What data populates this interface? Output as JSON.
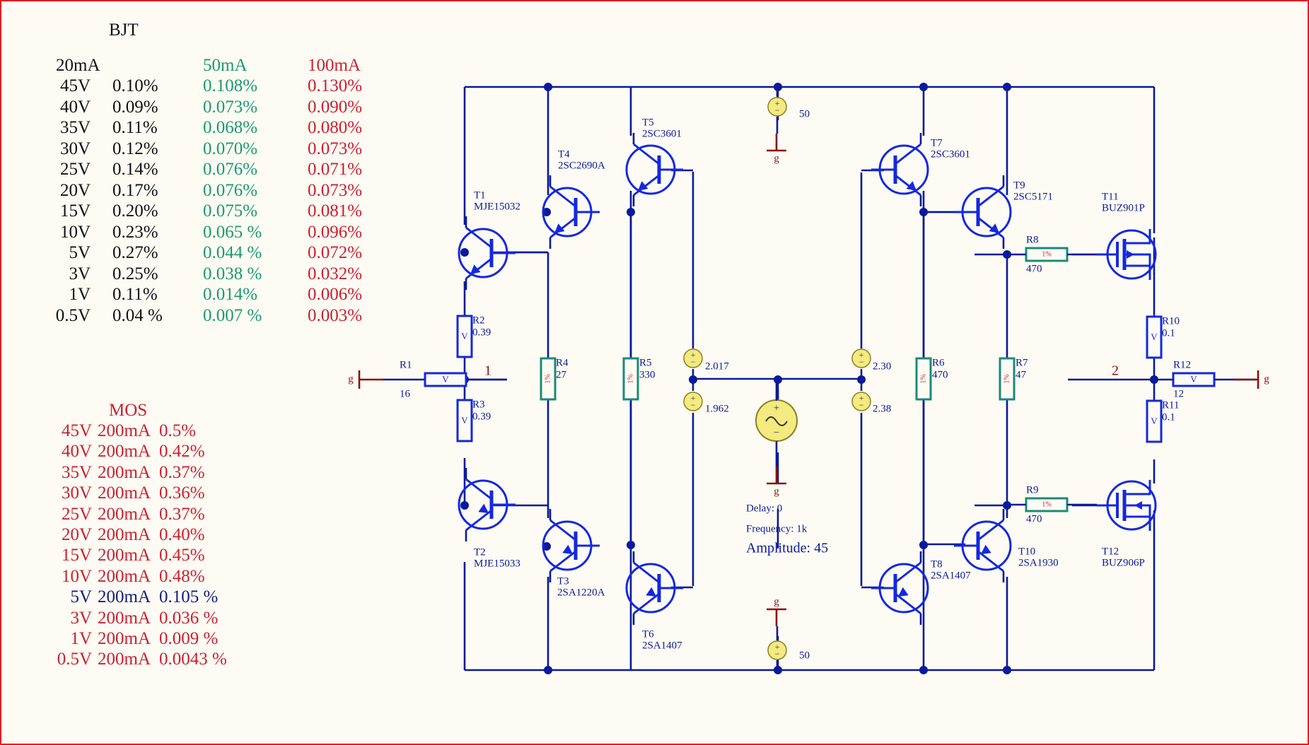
{
  "bjt_table": {
    "title": "BJT",
    "header": [
      "20mA",
      "50mA",
      "100mA"
    ],
    "rows": [
      [
        "45V",
        "0.10%",
        "0.108%",
        "0.130%"
      ],
      [
        "40V",
        "0.09%",
        "0.073%",
        "0.090%"
      ],
      [
        "35V",
        "0.11%",
        "0.068%",
        "0.080%"
      ],
      [
        "30V",
        "0.12%",
        "0.070%",
        "0.073%"
      ],
      [
        "25V",
        "0.14%",
        "0.076%",
        "0.071%"
      ],
      [
        "20V",
        "0.17%",
        "0.076%",
        "0.073%"
      ],
      [
        "15V",
        "0.20%",
        "0.075%",
        "0.081%"
      ],
      [
        "10V",
        "0.23%",
        "0.065 %",
        "0.096%"
      ],
      [
        "5V",
        "0.27%",
        "0.044 %",
        "0.072%"
      ],
      [
        "3V",
        "0.25%",
        "0.038 %",
        "0.032%"
      ],
      [
        "1V",
        "0.11%",
        "0.014%",
        "0.006%"
      ],
      [
        "0.5V",
        "0.04 %",
        "0.007 %",
        "0.003%"
      ]
    ]
  },
  "mos_table": {
    "title": "MOS",
    "rows": [
      [
        "45V",
        "200mA",
        "0.5%"
      ],
      [
        "40V",
        "200mA",
        "0.42%"
      ],
      [
        "35V",
        "200mA",
        "0.37%"
      ],
      [
        "30V",
        "200mA",
        "0.36%"
      ],
      [
        "25V",
        "200mA",
        "0.37%"
      ],
      [
        "20V",
        "200mA",
        "0.40%"
      ],
      [
        "15V",
        "200mA",
        "0.45%"
      ],
      [
        "10V",
        "200mA",
        "0.48%"
      ],
      [
        "5V",
        "200mA",
        "0.105 %"
      ],
      [
        "3V",
        "200mA",
        "0.036 %"
      ],
      [
        "1V",
        "200mA",
        "0.009 %"
      ],
      [
        "0.5V",
        "200mA",
        "0.0043 %"
      ]
    ]
  },
  "colors": {
    "wire": "#0a1a9a",
    "device": "#1428e0",
    "teal": "#1a8a78",
    "ground": "#8a1010",
    "source_fill": "#f3ea80",
    "frame": "#e02020",
    "black": "#111111",
    "green": "#1a9a70",
    "red": "#cc2030",
    "navy": "#142080"
  },
  "transistors": [
    {
      "ref": "T1",
      "part": "MJE15032"
    },
    {
      "ref": "T2",
      "part": "MJE15033"
    },
    {
      "ref": "T3",
      "part": "2SA1220A"
    },
    {
      "ref": "T4",
      "part": "2SC2690A"
    },
    {
      "ref": "T5",
      "part": "2SC3601"
    },
    {
      "ref": "T6",
      "part": "2SA1407"
    },
    {
      "ref": "T7",
      "part": "2SC3601"
    },
    {
      "ref": "T8",
      "part": "2SA1407"
    },
    {
      "ref": "T9",
      "part": "2SC5171"
    },
    {
      "ref": "T10",
      "part": "2SA1930"
    },
    {
      "ref": "T11",
      "part": "BUZ901P"
    },
    {
      "ref": "T12",
      "part": "BUZ906P"
    }
  ],
  "resistors": [
    {
      "ref": "R1",
      "value": "16",
      "mark": "V"
    },
    {
      "ref": "R2",
      "value": "0.39",
      "mark": "V"
    },
    {
      "ref": "R3",
      "value": "0.39",
      "mark": "V"
    },
    {
      "ref": "R4",
      "value": "27",
      "mark": "1%"
    },
    {
      "ref": "R5",
      "value": "330",
      "mark": "1%"
    },
    {
      "ref": "R6",
      "value": "470",
      "mark": "1%"
    },
    {
      "ref": "R7",
      "value": "47",
      "mark": "1%"
    },
    {
      "ref": "R8",
      "value": "470",
      "mark": "1%"
    },
    {
      "ref": "R9",
      "value": "470",
      "mark": "1%"
    },
    {
      "ref": "R10",
      "value": "0.1",
      "mark": "V"
    },
    {
      "ref": "R11",
      "value": "0.1",
      "mark": "V"
    },
    {
      "ref": "R12",
      "value": "12",
      "mark": "V"
    }
  ],
  "dc_sources": [
    "50",
    "50",
    "2.017",
    "1.962",
    "2.30",
    "2.38"
  ],
  "ac_source": {
    "delay": "Delay: 0",
    "frequency": "Frequency: 1k",
    "amplitude": "Amplitude: 45"
  },
  "ground_label": "g",
  "plus_sign": "+",
  "minus_sign": "−",
  "output_nodes": [
    "1",
    "2"
  ]
}
